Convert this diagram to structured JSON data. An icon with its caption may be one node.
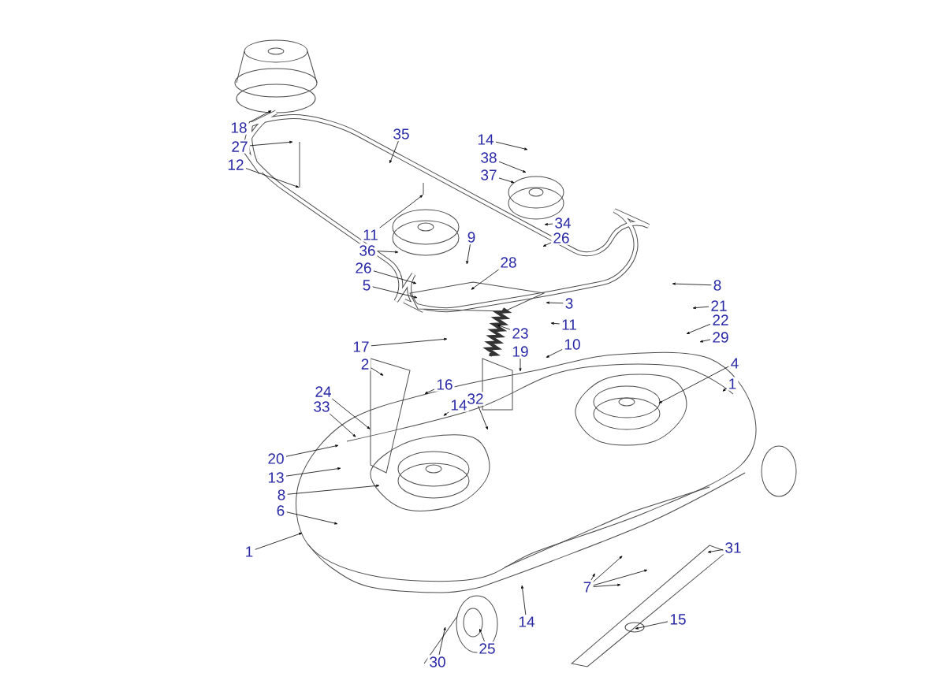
{
  "diagram": {
    "nodes": [
      {
        "text": [
          "18"
        ]
      },
      {
        "text": [
          "27"
        ]
      },
      {
        "text": [
          "12"
        ]
      },
      {
        "text": [
          "35"
        ]
      },
      {
        "text": [
          "14"
        ]
      },
      {
        "text": [
          "38"
        ]
      },
      {
        "text": [
          "37"
        ]
      },
      {
        "text": [
          "11"
        ]
      },
      {
        "text": [
          "36"
        ]
      },
      {
        "text": [
          "9"
        ]
      },
      {
        "text": [
          "26"
        ]
      },
      {
        "text": [
          "28"
        ]
      },
      {
        "text": [
          "5"
        ]
      },
      {
        "text": [
          "34"
        ]
      },
      {
        "text": [
          "26"
        ]
      },
      {
        "text": [
          "3"
        ]
      },
      {
        "text": [
          "21"
        ]
      },
      {
        "text": [
          "8"
        ]
      },
      {
        "text": [
          "11"
        ]
      },
      {
        "text": [
          "23"
        ]
      },
      {
        "text": [
          "22"
        ]
      },
      {
        "text": [
          "29"
        ]
      },
      {
        "text": [
          "10"
        ]
      },
      {
        "text": [
          "19"
        ]
      },
      {
        "text": [
          "17"
        ]
      },
      {
        "text": [
          "4"
        ]
      },
      {
        "text": [
          "1"
        ]
      },
      {
        "text": [
          "2"
        ]
      },
      {
        "text": [
          "24"
        ]
      },
      {
        "text": [
          "33"
        ]
      },
      {
        "text": [
          "16"
        ]
      },
      {
        "text": [
          "14"
        ]
      },
      {
        "text": [
          "32"
        ]
      },
      {
        "text": [
          "20"
        ]
      },
      {
        "text": [
          "13"
        ]
      },
      {
        "text": [
          "8"
        ]
      },
      {
        "text": [
          "6"
        ]
      },
      {
        "text": [
          "1"
        ]
      },
      {
        "text": [
          "31"
        ]
      },
      {
        "text": [
          "7"
        ]
      },
      {
        "text": [
          "14"
        ]
      },
      {
        "text": [
          "15"
        ]
      },
      {
        "text": [
          "30"
        ]
      },
      {
        "text": [
          "25"
        ]
      }
    ],
    "edges": [
      {
        "from": 0,
        "to": null,
        "arrow": "to"
      },
      {
        "from": 1,
        "to": null,
        "arrow": "to"
      },
      {
        "from": 2,
        "to": null,
        "arrow": "to"
      },
      {
        "from": 3,
        "to": null,
        "arrow": "to"
      },
      {
        "from": 4,
        "to": null,
        "arrow": "to"
      },
      {
        "from": 5,
        "to": null,
        "arrow": "to"
      },
      {
        "from": 6,
        "to": null,
        "arrow": "to"
      },
      {
        "from": 7,
        "to": null,
        "arrow": "to"
      },
      {
        "from": 8,
        "to": null,
        "arrow": "to"
      },
      {
        "from": 9,
        "to": null,
        "arrow": "to"
      },
      {
        "from": 10,
        "to": null,
        "arrow": "to"
      },
      {
        "from": 11,
        "to": null,
        "arrow": "to"
      },
      {
        "from": 12,
        "to": null,
        "arrow": "to"
      },
      {
        "from": 13,
        "to": null,
        "arrow": "to"
      },
      {
        "from": 14,
        "to": null,
        "arrow": "to"
      },
      {
        "from": 15,
        "to": null,
        "arrow": "to"
      },
      {
        "from": 16,
        "to": null,
        "arrow": "to"
      },
      {
        "from": 17,
        "to": null,
        "arrow": "to"
      },
      {
        "from": 18,
        "to": null,
        "arrow": "to"
      },
      {
        "from": 19,
        "to": null,
        "arrow": "to"
      },
      {
        "from": 20,
        "to": null,
        "arrow": "to"
      },
      {
        "from": 21,
        "to": null,
        "arrow": "to"
      },
      {
        "from": 22,
        "to": null,
        "arrow": "to"
      },
      {
        "from": 23,
        "to": null,
        "arrow": "to"
      },
      {
        "from": 24,
        "to": null,
        "arrow": "to"
      },
      {
        "from": 25,
        "to": null,
        "arrow": "to"
      },
      {
        "from": 26,
        "to": null,
        "arrow": "to"
      },
      {
        "from": 27,
        "to": null,
        "arrow": "to"
      },
      {
        "from": 28,
        "to": null,
        "arrow": "to"
      },
      {
        "from": 29,
        "to": null,
        "arrow": "to"
      },
      {
        "from": 30,
        "to": null,
        "arrow": "to"
      },
      {
        "from": 31,
        "to": null,
        "arrow": "to"
      },
      {
        "from": 32,
        "to": null,
        "arrow": "to"
      },
      {
        "from": 33,
        "to": null,
        "arrow": "to"
      },
      {
        "from": 34,
        "to": null,
        "arrow": "to"
      },
      {
        "from": 35,
        "to": null,
        "arrow": "to"
      },
      {
        "from": 36,
        "to": null,
        "arrow": "to"
      },
      {
        "from": 37,
        "to": null,
        "arrow": "to"
      },
      {
        "from": 38,
        "to": null,
        "arrow": "to"
      },
      {
        "from": 39,
        "to": null,
        "arrow": "to"
      },
      {
        "from": 39,
        "to": null,
        "arrow": "to"
      },
      {
        "from": 39,
        "to": null,
        "arrow": "to"
      },
      {
        "from": 39,
        "to": null,
        "arrow": "to"
      },
      {
        "from": 40,
        "to": null,
        "arrow": "to"
      },
      {
        "from": 41,
        "to": null,
        "arrow": "to"
      },
      {
        "from": 42,
        "to": null,
        "arrow": "to"
      },
      {
        "from": 43,
        "to": null,
        "arrow": "to"
      }
    ]
  }
}
